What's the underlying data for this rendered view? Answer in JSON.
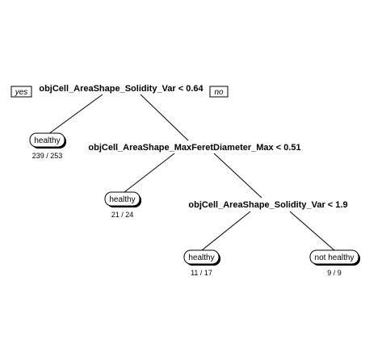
{
  "tree": {
    "branch_labels": {
      "yes": "yes",
      "no": "no"
    },
    "splits": [
      {
        "id": "root",
        "label": "objCell_AreaShape_Solidity_Var < 0.64"
      },
      {
        "id": "s2",
        "label": "objCell_AreaShape_MaxFeretDiameter_Max < 0.51"
      },
      {
        "id": "s3",
        "label": "objCell_AreaShape_Solidity_Var < 1.9"
      }
    ],
    "leaves": [
      {
        "id": "l1",
        "class": "healthy",
        "count": "239 / 253"
      },
      {
        "id": "l2",
        "class": "healthy",
        "count": "21 / 24"
      },
      {
        "id": "l3",
        "class": "healthy",
        "count": "11 / 17"
      },
      {
        "id": "l4",
        "class": "not healthy",
        "count": "9 / 9"
      }
    ]
  }
}
